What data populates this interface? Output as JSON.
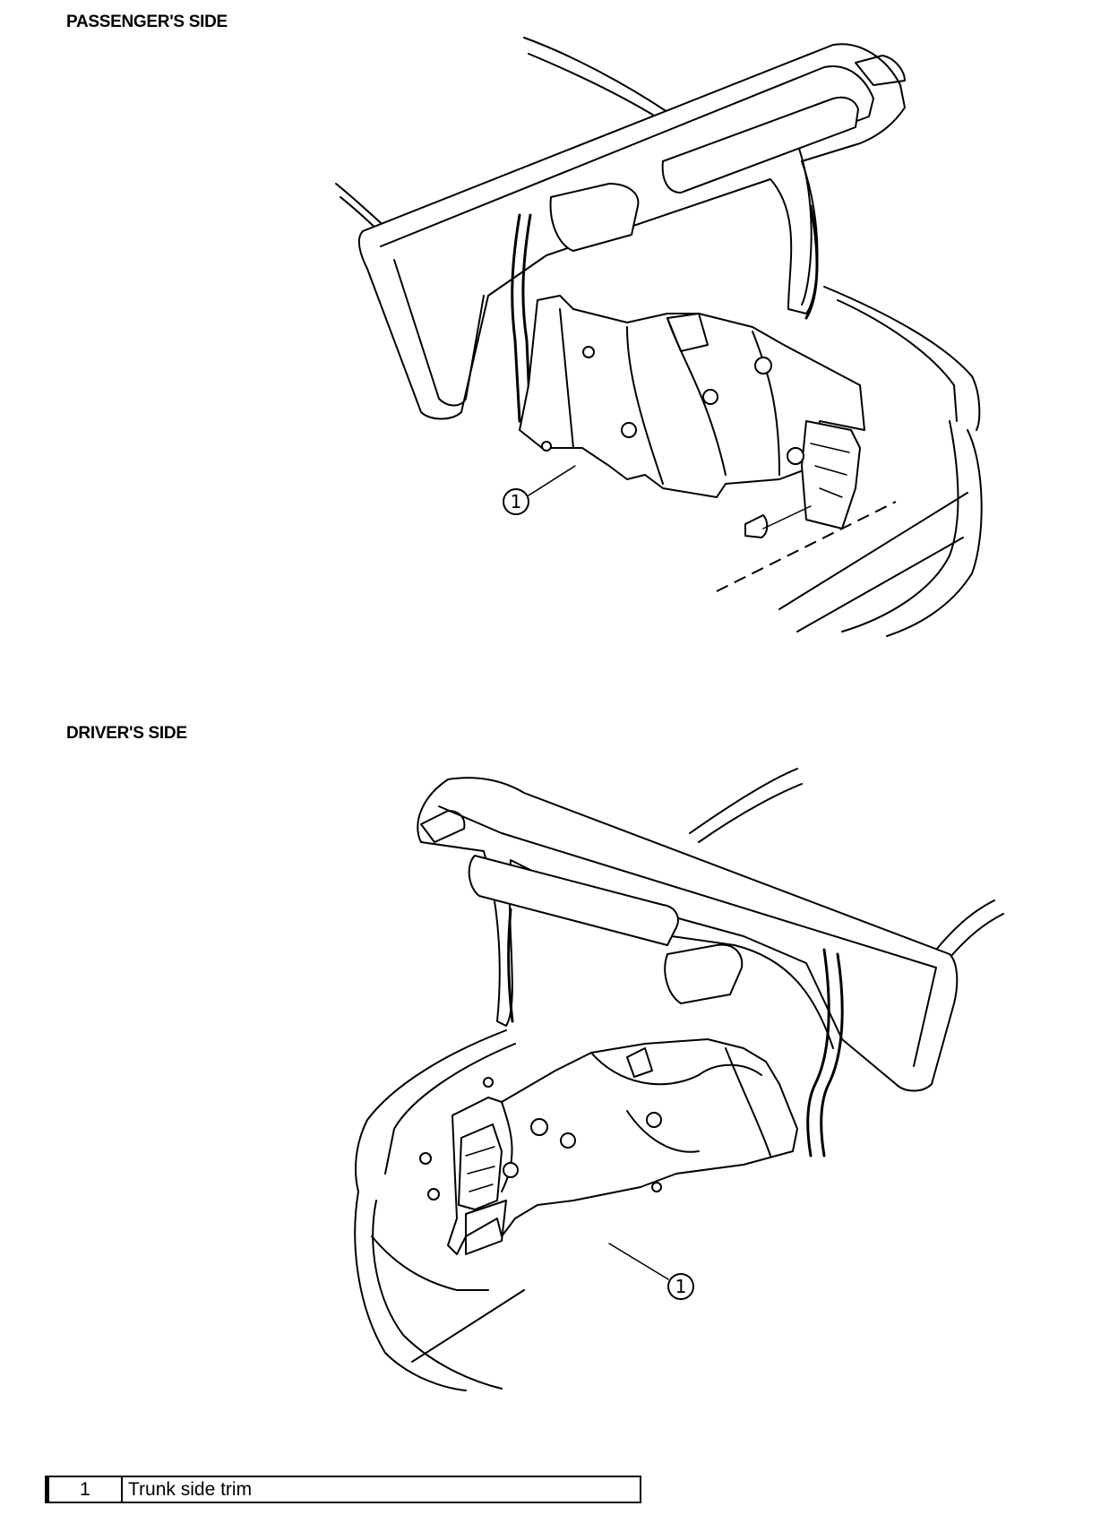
{
  "views": {
    "passenger": {
      "heading": "PASSENGER'S SIDE",
      "callout": "1"
    },
    "driver": {
      "heading": "DRIVER'S SIDE",
      "callout": "1"
    }
  },
  "legend": {
    "rows": [
      {
        "number": "1",
        "description": "Trunk side trim"
      }
    ]
  }
}
